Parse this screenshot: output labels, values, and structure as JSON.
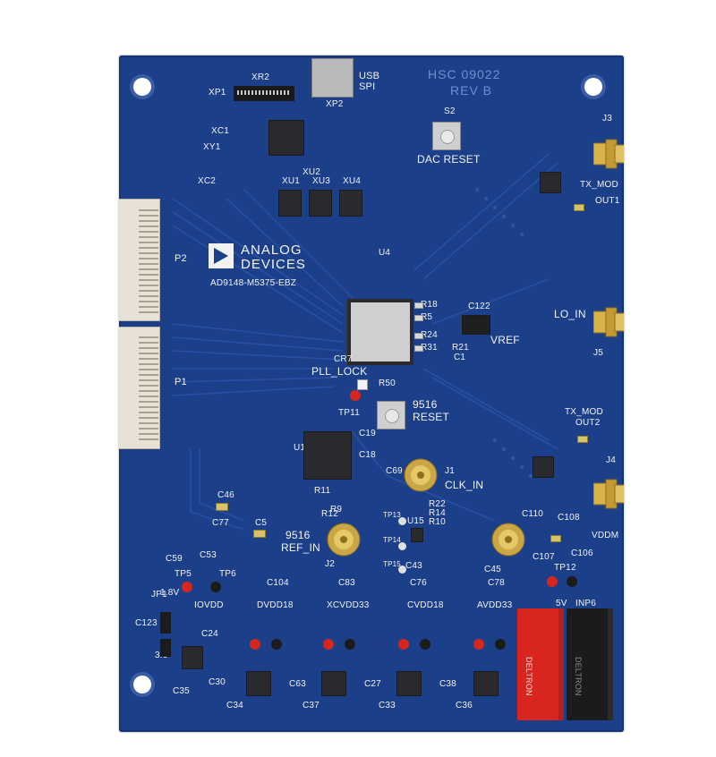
{
  "board": {
    "header_text": "HSC 09022",
    "revision": "REV B",
    "brand_line1": "ANALOG",
    "brand_line2": "DEVICES",
    "model": "AD9148-M5375-EBZ"
  },
  "labels": {
    "usb": "USB",
    "spi": "SPI",
    "xp1": "XP1",
    "xr2": "XR2",
    "xp2": "XP2",
    "s2": "S2",
    "dac_reset": "DAC RESET",
    "p2": "P2",
    "p1": "P1",
    "j3": "J3",
    "tx_mod": "TX_MOD",
    "out1": "OUT1",
    "lo_in": "LO_IN",
    "j5": "J5",
    "vref": "VREF",
    "c122": "C122",
    "pll_lock": "PLL_LOCK",
    "cr7": "CR7",
    "reset_9516_a": "9516",
    "reset_9516_b": "RESET",
    "clk_in": "CLK_IN",
    "j1": "J1",
    "j4": "J4",
    "tx_mod_out2_a": "TX_MOD",
    "tx_mod_out2_b": "OUT2",
    "ref_in_a": "9516",
    "ref_in_b": "REF_IN",
    "j2": "J2",
    "vddm": "VDDM",
    "u1": "U1",
    "u4": "U4",
    "u15": "U15",
    "iovdd": "IOVDD",
    "dvdd18": "DVDD18",
    "xcvdd33": "XCVDD33",
    "cvdd18": "CVDD18",
    "avdd33": "AVDD33",
    "five_v": "5V",
    "inp6": "INP6",
    "deltron_red": "DELTRON",
    "deltron_black": "DELTRON",
    "jp1": "JP1",
    "v18": "1.8V",
    "v33": "3.3",
    "tp5": "TP5",
    "tp6": "TP6",
    "tp11": "TP11",
    "tp12": "TP12",
    "c46": "C46",
    "c77": "C77",
    "c5": "C5",
    "c59": "C59",
    "c53": "C53",
    "c104": "C104",
    "c83": "C83",
    "c76": "C76",
    "c78": "C78",
    "c107": "C107",
    "c106": "C106",
    "c108": "C108",
    "c110": "C110",
    "c43": "C43",
    "c45": "C45",
    "c34": "C34",
    "c37": "C37",
    "c33": "C33",
    "c36": "C36",
    "c35": "C35",
    "c30": "C30",
    "c63": "C63",
    "c27": "C27",
    "c38": "C38",
    "c123": "C123",
    "c24": "C24",
    "xc1": "XC1",
    "xc2": "XC2",
    "xy1": "XY1",
    "xu1": "XU1",
    "xu2": "XU2",
    "xu3": "XU3",
    "xu4": "XU4",
    "r18": "R18",
    "r5": "R5",
    "r24": "R24",
    "r31": "R31",
    "r21": "R21",
    "r50": "R50",
    "r22": "R22",
    "r14": "R14",
    "r10": "R10",
    "r9": "R9",
    "r11": "R11",
    "r12": "R12",
    "c1": "C1",
    "c19": "C19",
    "c18": "C18",
    "c69": "C69",
    "tp13": "TP13",
    "tp14": "TP14",
    "tp15": "TP15"
  },
  "colors": {
    "board": "#1c3f8a",
    "silk": "#f2f2f2",
    "gold": "#d9b24a",
    "red_post": "#d8261e",
    "black_post": "#1b1b1b"
  }
}
